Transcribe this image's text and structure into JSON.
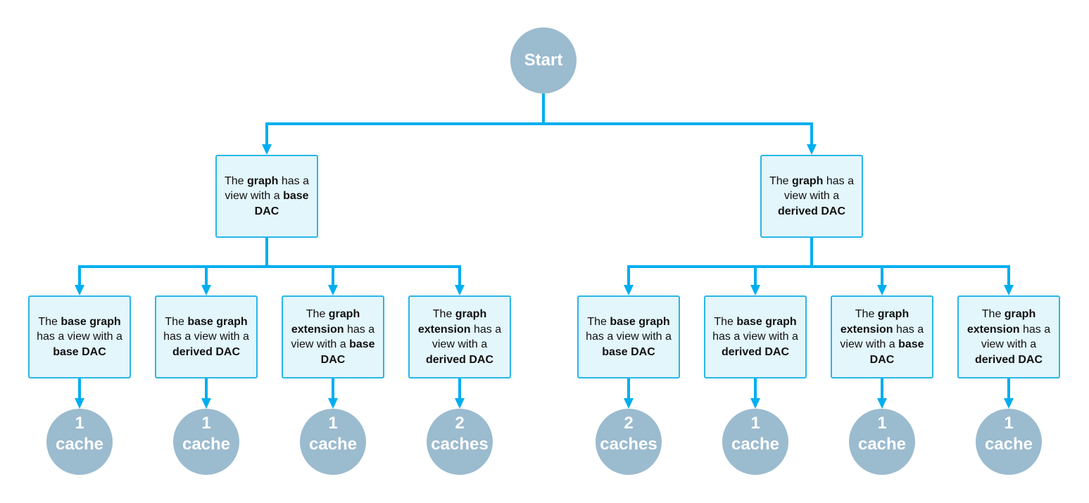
{
  "colors": {
    "connector": "#00aeef",
    "circle_fill": "#9bbbcf",
    "box_fill": "#e3f6fc",
    "box_border": "#29b6e8",
    "circle_text": "#ffffff"
  },
  "start": {
    "label": "Start"
  },
  "level1": [
    {
      "id": "graph-base-dac",
      "segments": [
        {
          "text": "The ",
          "bold": false
        },
        {
          "text": "graph",
          "bold": true
        },
        {
          "text": " has a view with a ",
          "bold": false
        },
        {
          "text": "base DAC",
          "bold": true
        }
      ]
    },
    {
      "id": "graph-derived-dac",
      "segments": [
        {
          "text": "The ",
          "bold": false
        },
        {
          "text": "graph",
          "bold": true
        },
        {
          "text": " has a view with a ",
          "bold": false
        },
        {
          "text": "derived DAC",
          "bold": true
        }
      ]
    }
  ],
  "level2": [
    {
      "parent": 0,
      "segments": [
        {
          "text": "The ",
          "bold": false
        },
        {
          "text": "base graph",
          "bold": true
        },
        {
          "text": " has a view with a ",
          "bold": false
        },
        {
          "text": "base DAC",
          "bold": true
        }
      ],
      "result": [
        "1",
        "cache"
      ]
    },
    {
      "parent": 0,
      "segments": [
        {
          "text": "The ",
          "bold": false
        },
        {
          "text": "base graph",
          "bold": true
        },
        {
          "text": " has a view with a ",
          "bold": false
        },
        {
          "text": "derived DAC",
          "bold": true
        }
      ],
      "result": [
        "1",
        "cache"
      ]
    },
    {
      "parent": 0,
      "segments": [
        {
          "text": "The ",
          "bold": false
        },
        {
          "text": "graph extension",
          "bold": true
        },
        {
          "text": " has a view with a ",
          "bold": false
        },
        {
          "text": "base DAC",
          "bold": true
        }
      ],
      "result": [
        "1",
        "cache"
      ]
    },
    {
      "parent": 0,
      "segments": [
        {
          "text": "The ",
          "bold": false
        },
        {
          "text": "graph extension",
          "bold": true
        },
        {
          "text": " has a view with a ",
          "bold": false
        },
        {
          "text": "derived DAC",
          "bold": true
        }
      ],
      "result": [
        "2",
        "caches"
      ]
    },
    {
      "parent": 1,
      "segments": [
        {
          "text": "The ",
          "bold": false
        },
        {
          "text": "base graph",
          "bold": true
        },
        {
          "text": " has a view with a ",
          "bold": false
        },
        {
          "text": "base DAC",
          "bold": true
        }
      ],
      "result": [
        "2",
        "caches"
      ]
    },
    {
      "parent": 1,
      "segments": [
        {
          "text": "The ",
          "bold": false
        },
        {
          "text": "base graph",
          "bold": true
        },
        {
          "text": " has a view with a ",
          "bold": false
        },
        {
          "text": "derived DAC",
          "bold": true
        }
      ],
      "result": [
        "1",
        "cache"
      ]
    },
    {
      "parent": 1,
      "segments": [
        {
          "text": "The ",
          "bold": false
        },
        {
          "text": "graph extension",
          "bold": true
        },
        {
          "text": " has a view with a ",
          "bold": false
        },
        {
          "text": "base DAC",
          "bold": true
        }
      ],
      "result": [
        "1",
        "cache"
      ]
    },
    {
      "parent": 1,
      "segments": [
        {
          "text": "The ",
          "bold": false
        },
        {
          "text": "graph extension",
          "bold": true
        },
        {
          "text": " has a view with a ",
          "bold": false
        },
        {
          "text": "derived DAC",
          "bold": true
        }
      ],
      "result": [
        "1",
        "cache"
      ]
    }
  ]
}
